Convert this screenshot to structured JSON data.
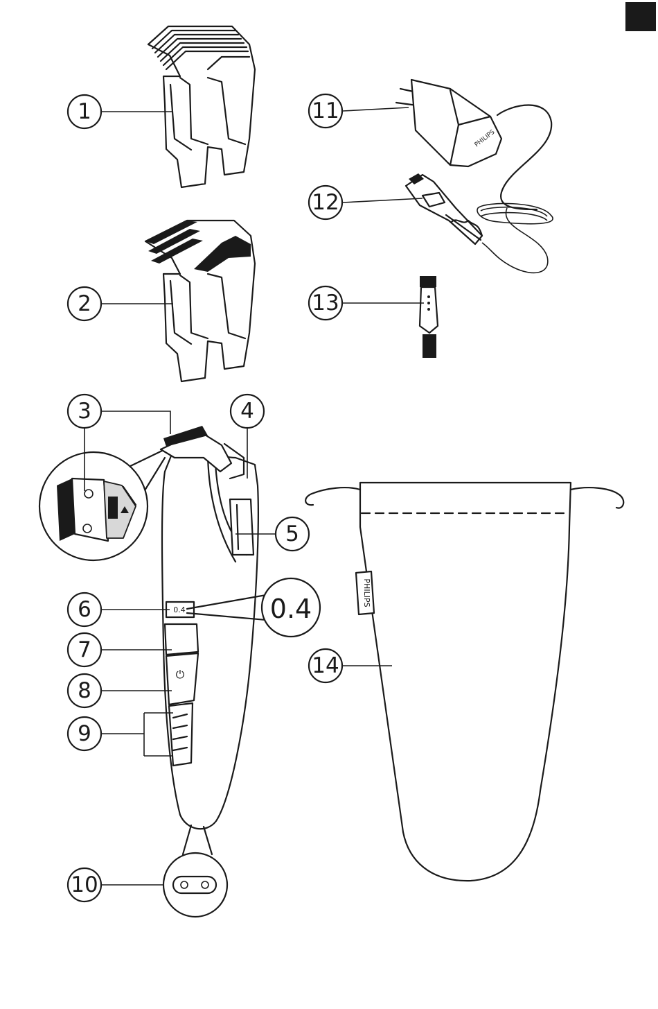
{
  "callouts": [
    {
      "id": "1",
      "label": "1"
    },
    {
      "id": "2",
      "label": "2"
    },
    {
      "id": "3",
      "label": "3"
    },
    {
      "id": "4",
      "label": "4"
    },
    {
      "id": "5",
      "label": "5"
    },
    {
      "id": "6",
      "label": "6"
    },
    {
      "id": "7",
      "label": "7"
    },
    {
      "id": "8",
      "label": "8"
    },
    {
      "id": "9",
      "label": "9"
    },
    {
      "id": "10",
      "label": "10"
    },
    {
      "id": "11",
      "label": "11"
    },
    {
      "id": "12",
      "label": "12"
    },
    {
      "id": "13",
      "label": "13"
    },
    {
      "id": "14",
      "label": "14"
    }
  ],
  "display": {
    "small_value": "0.4",
    "zoom_value": "0.4"
  },
  "brand": {
    "adapter_text": "PHILIPS",
    "pouch_text": "PHILIPS"
  },
  "colors": {
    "ink": "#1a1a1a",
    "paper": "#ffffff",
    "corner_tab": "#1a1a1a"
  }
}
